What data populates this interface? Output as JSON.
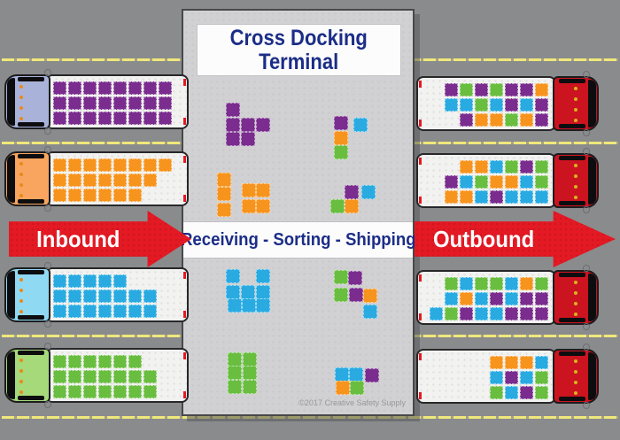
{
  "header": {
    "title_line1": "Cross Docking",
    "title_line2": "Terminal"
  },
  "process_band": {
    "label": "Receiving - Sorting - Shipping"
  },
  "flow": {
    "inbound_label": "Inbound",
    "outbound_label": "Outbound"
  },
  "footer": {
    "copyright": "©2017 Creative Safety Supply"
  },
  "colors": {
    "road": "#8a8b8d",
    "panel": "#d1d1d3",
    "trailer": "#f2f2f0",
    "lane_yellow": "#f0e87a",
    "arrow_red": "#e31923",
    "navy_text": "#1b2d87",
    "cab_red": "#cc1420"
  },
  "box_colors": {
    "P": "#7a2d8e",
    "O": "#f7941e",
    "C": "#29abe2",
    "G": "#69be40"
  },
  "inbound_trucks": [
    {
      "name": "inbound-truck-purple",
      "cab": "#a9b3da",
      "cargo": [
        [
          "P",
          "P",
          "P",
          "P",
          "P",
          "P",
          "P",
          "P"
        ],
        [
          "P",
          "P",
          "P",
          "P",
          "P",
          "P",
          "P",
          "P"
        ],
        [
          "P",
          "P",
          "P",
          "P",
          "P",
          "P",
          "P",
          "P"
        ]
      ]
    },
    {
      "name": "inbound-truck-orange",
      "cab": "#f9a55f",
      "cargo": [
        [
          "O",
          "O",
          "O",
          "O",
          "O",
          "O",
          "O",
          "O"
        ],
        [
          "O",
          "O",
          "O",
          "O",
          "O",
          "O",
          "O",
          null
        ],
        [
          "O",
          "O",
          "O",
          "O",
          "O",
          "O",
          null,
          null
        ]
      ]
    },
    {
      "name": "inbound-truck-cyan",
      "cab": "#90d9f2",
      "cargo": [
        [
          "C",
          "C",
          "C",
          "C",
          "C",
          null,
          null
        ],
        [
          "C",
          "C",
          "C",
          "C",
          "C",
          "C",
          "C"
        ],
        [
          "C",
          "C",
          "C",
          "C",
          "C",
          "C",
          "C"
        ]
      ]
    },
    {
      "name": "inbound-truck-green",
      "cab": "#a6d97a",
      "cargo": [
        [
          "G",
          "G",
          "G",
          "G",
          "G",
          "G",
          null
        ],
        [
          "G",
          "G",
          "G",
          "G",
          "G",
          "G",
          "G"
        ],
        [
          "G",
          "G",
          "G",
          "G",
          "G",
          "G",
          "G"
        ]
      ]
    }
  ],
  "outbound_trucks": [
    {
      "name": "outbound-truck-1",
      "cab": "#cc1420",
      "cargo": [
        [
          "P",
          "G",
          "P",
          "G",
          "P",
          "P",
          "O"
        ],
        [
          "C",
          "C",
          "G",
          "C",
          "P",
          "C",
          "P"
        ],
        [
          null,
          "P",
          "O",
          "O",
          "G",
          "O",
          "P"
        ]
      ]
    },
    {
      "name": "outbound-truck-2",
      "cab": "#cc1420",
      "cargo": [
        [
          null,
          "O",
          "O",
          "C",
          "G",
          "P",
          "G"
        ],
        [
          "P",
          "C",
          "G",
          "O",
          "O",
          "C",
          "G"
        ],
        [
          "O",
          "O",
          "C",
          "P",
          "C",
          "C",
          "C"
        ]
      ]
    },
    {
      "name": "outbound-truck-3",
      "cab": "#cc1420",
      "cargo": [
        [
          null,
          "G",
          "C",
          "G",
          "G",
          "C",
          "O",
          "G"
        ],
        [
          null,
          "C",
          "O",
          "C",
          "P",
          "C",
          "P",
          "P"
        ],
        [
          "C",
          "G",
          "P",
          "C",
          "C",
          "P",
          "P",
          "P"
        ]
      ]
    },
    {
      "name": "outbound-truck-4",
      "cab": "#cc1420",
      "cargo": [
        [
          "O",
          "O",
          "O",
          "C"
        ],
        [
          "C",
          "P",
          "C",
          "G"
        ],
        [
          "G",
          "C",
          "P",
          "G"
        ]
      ]
    }
  ],
  "terminal_squares": [
    [
      48,
      104,
      "P"
    ],
    [
      48,
      121,
      "P"
    ],
    [
      65,
      121,
      "P"
    ],
    [
      82,
      121,
      "P"
    ],
    [
      48,
      137,
      "P"
    ],
    [
      65,
      137,
      "P"
    ],
    [
      170,
      119,
      "P"
    ],
    [
      192,
      121,
      "C"
    ],
    [
      170,
      136,
      "O"
    ],
    [
      170,
      152,
      "G"
    ],
    [
      38,
      183,
      "O"
    ],
    [
      38,
      199,
      "O"
    ],
    [
      38,
      217,
      "O"
    ],
    [
      66,
      195,
      "O"
    ],
    [
      82,
      195,
      "O"
    ],
    [
      66,
      213,
      "O"
    ],
    [
      82,
      213,
      "O"
    ],
    [
      182,
      197,
      "P"
    ],
    [
      201,
      197,
      "C"
    ],
    [
      166,
      213,
      "G"
    ],
    [
      182,
      213,
      "O"
    ],
    [
      48,
      292,
      "C"
    ],
    [
      82,
      292,
      "C"
    ],
    [
      48,
      310,
      "C"
    ],
    [
      65,
      310,
      "C"
    ],
    [
      82,
      310,
      "C"
    ],
    [
      50,
      325,
      "C"
    ],
    [
      66,
      325,
      "C"
    ],
    [
      82,
      325,
      "C"
    ],
    [
      170,
      293,
      "G"
    ],
    [
      186,
      294,
      "P"
    ],
    [
      170,
      313,
      "G"
    ],
    [
      187,
      313,
      "P"
    ],
    [
      203,
      314,
      "O"
    ],
    [
      203,
      332,
      "C"
    ],
    [
      50,
      386,
      "G"
    ],
    [
      67,
      386,
      "G"
    ],
    [
      50,
      401,
      "G"
    ],
    [
      67,
      401,
      "G"
    ],
    [
      50,
      417,
      "G"
    ],
    [
      67,
      417,
      "G"
    ],
    [
      171,
      403,
      "C"
    ],
    [
      187,
      403,
      "C"
    ],
    [
      205,
      404,
      "P"
    ],
    [
      172,
      418,
      "O"
    ],
    [
      188,
      418,
      "G"
    ]
  ],
  "layout_meta": {
    "lane_line_ys": [
      66,
      160,
      378,
      470
    ],
    "inbound_truck_ys": [
      82,
      169,
      300,
      391
    ],
    "outbound_truck_ys": [
      84,
      171,
      303,
      392
    ]
  }
}
